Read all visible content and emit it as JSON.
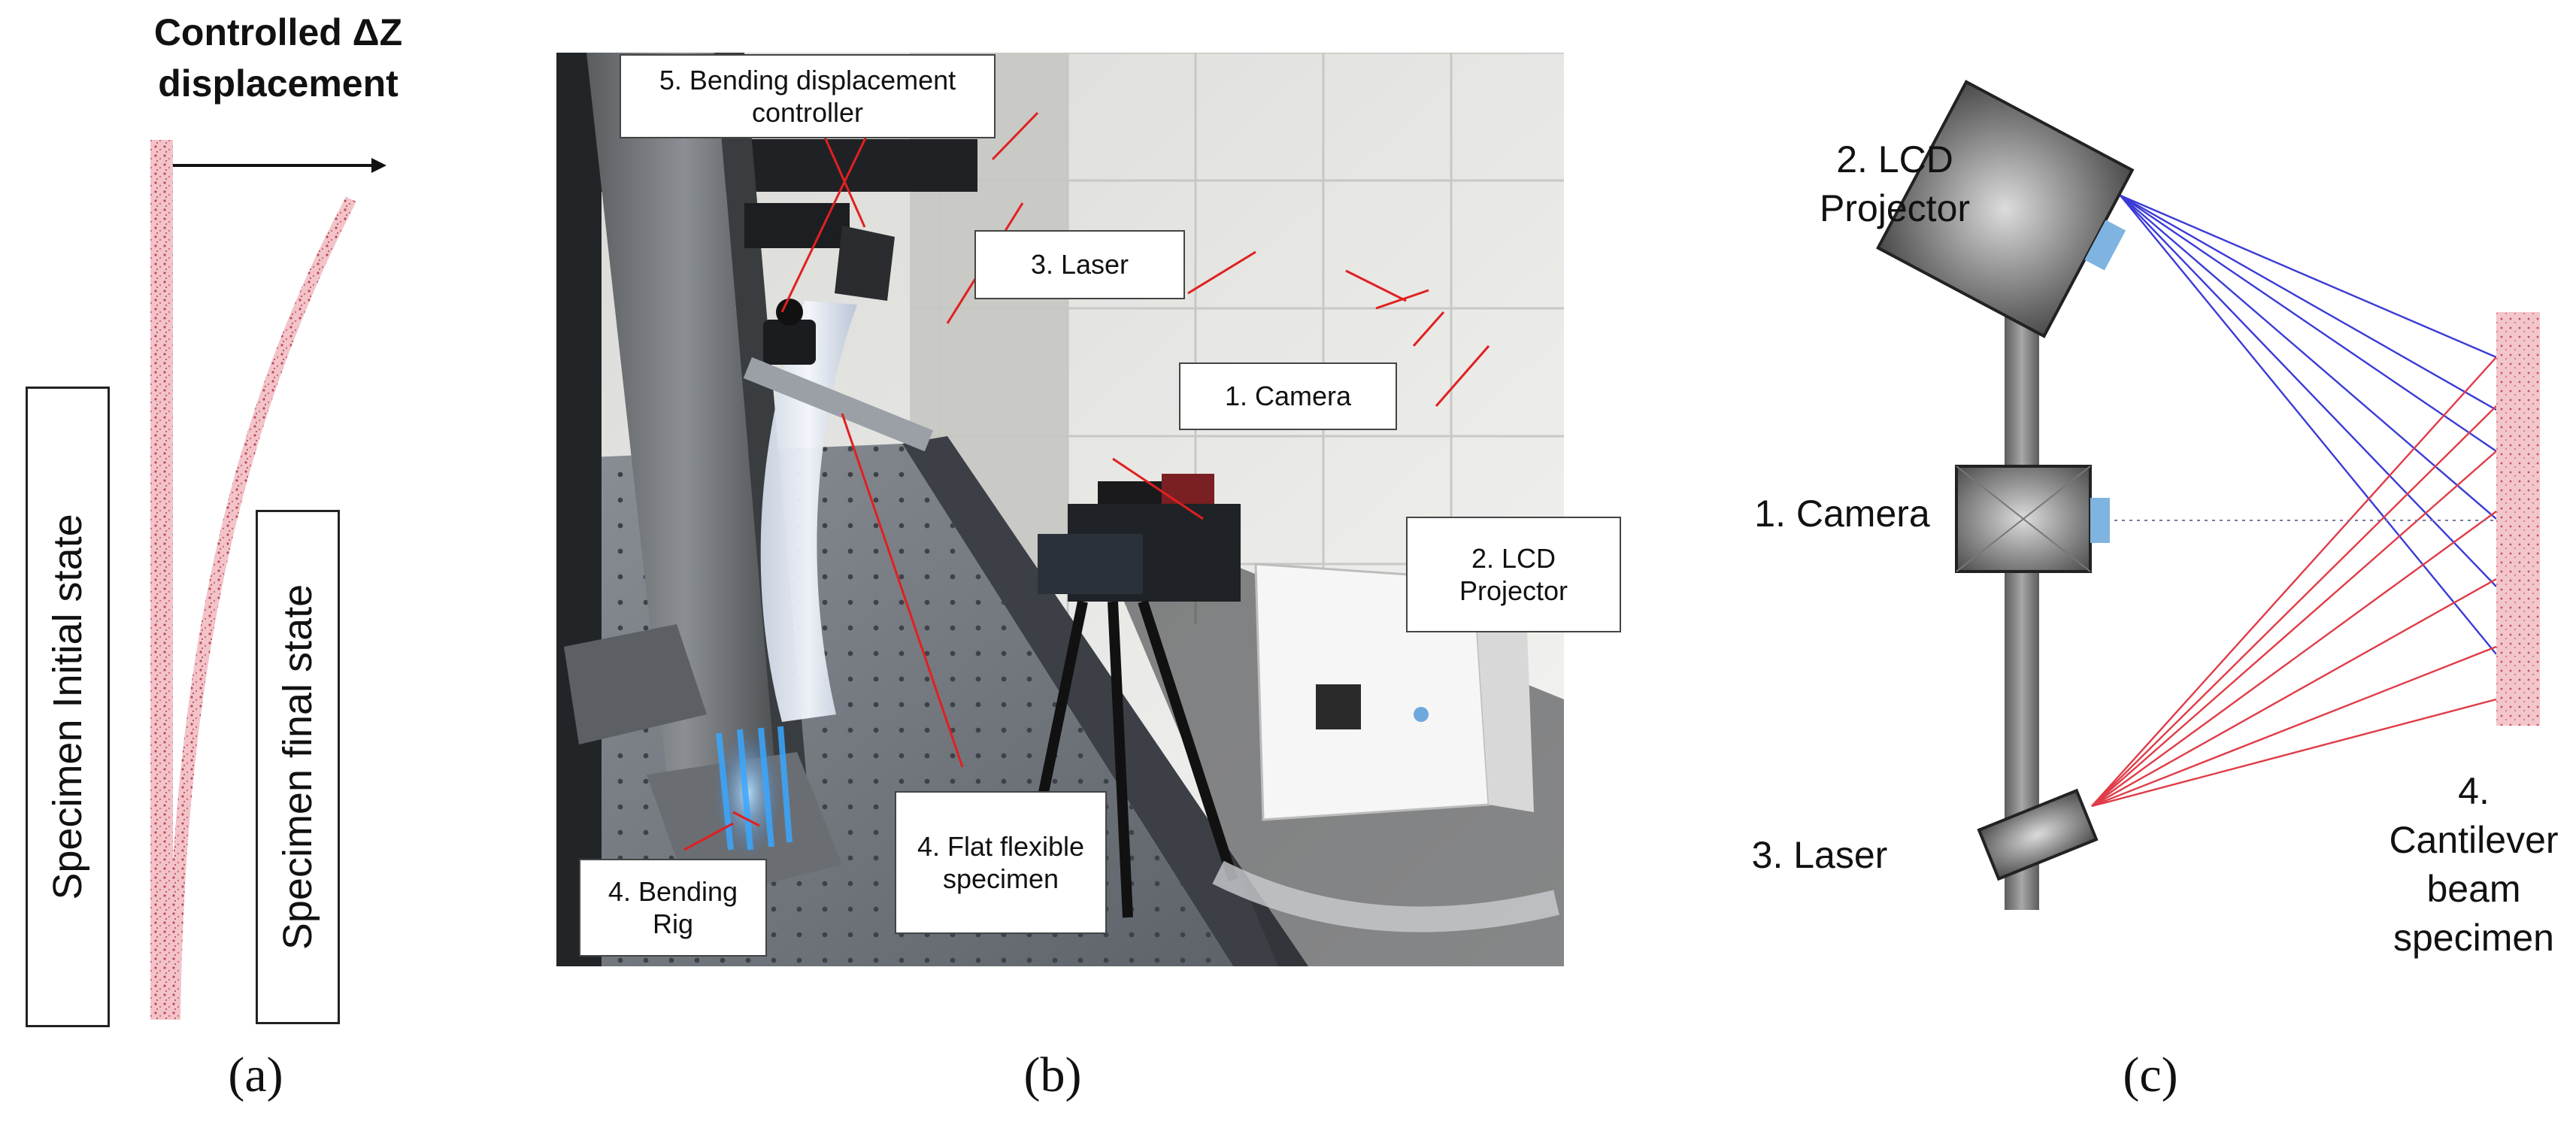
{
  "panel_a": {
    "title": "Controlled ΔZ displacement",
    "initial_label": "Specimen Initial state",
    "final_label": "Specimen final state",
    "caption": "(a)"
  },
  "panel_b": {
    "labels": {
      "controller": "5. Bending displacement controller",
      "laser": "3. Laser",
      "camera": "1. Camera",
      "projector": "2. LCD Projector",
      "specimen": "4. Flat flexible specimen",
      "rig": "4. Bending Rig"
    },
    "caption": "(b)"
  },
  "panel_c": {
    "projector": "2. LCD Projector",
    "camera": "1. Camera",
    "laser": "3. Laser",
    "specimen": "4. Cantilever beam specimen",
    "caption": "(c)"
  },
  "colors": {
    "specimen": "#e8a0a8",
    "blue_rays": "#3b3bd6",
    "red_rays": "#e03c48",
    "device_grey": "#6a6a6a",
    "lens_blue": "#7fb3e0"
  }
}
